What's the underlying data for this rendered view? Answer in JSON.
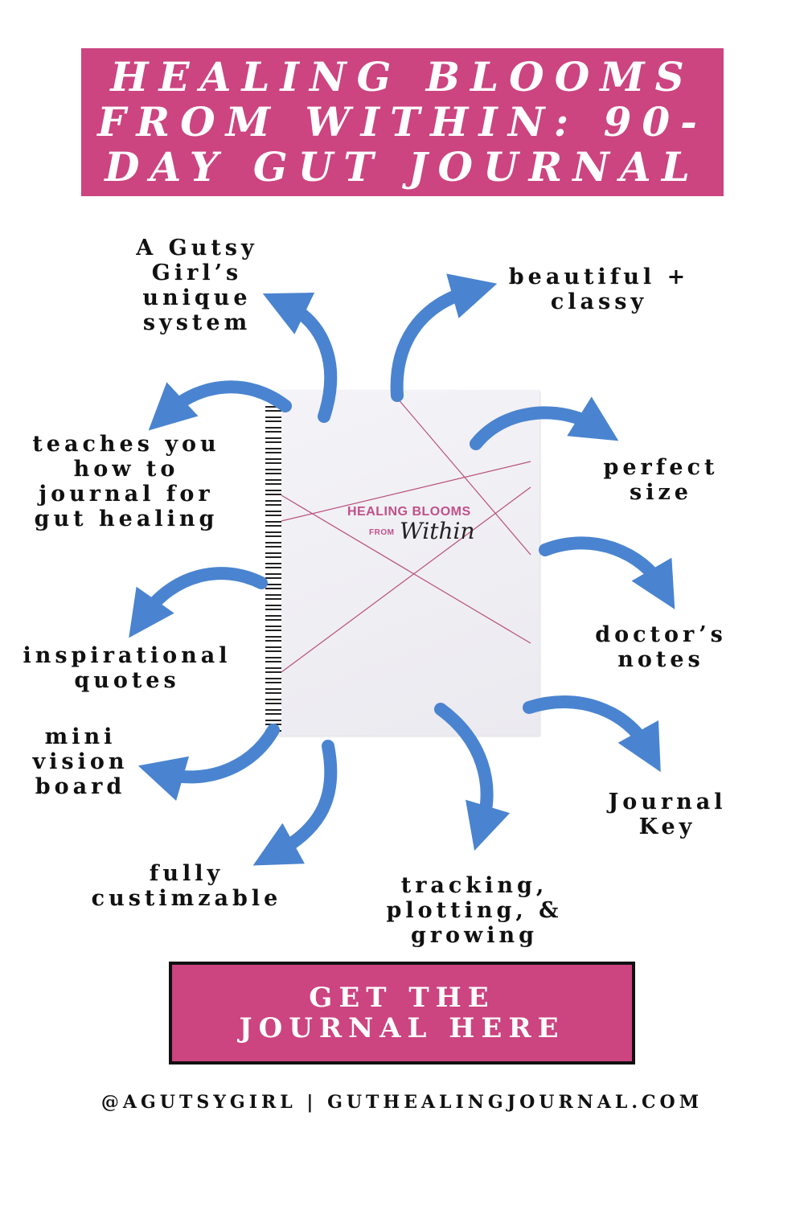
{
  "title": {
    "lines": [
      "HEALING BLOOMS",
      "FROM WITHIN: 90-",
      "DAY GUT JOURNAL"
    ]
  },
  "features": [
    {
      "lines": [
        "A Gutsy",
        "Girl’s",
        "unique",
        "system"
      ]
    },
    {
      "lines": [
        "beautiful +",
        "classy"
      ]
    },
    {
      "lines": [
        "teaches you",
        "how to",
        "journal for",
        "gut healing"
      ]
    },
    {
      "lines": [
        "perfect",
        "size"
      ]
    },
    {
      "lines": [
        "inspirational",
        "quotes"
      ]
    },
    {
      "lines": [
        "doctor’s",
        "notes"
      ]
    },
    {
      "lines": [
        "mini",
        "vision",
        "board"
      ]
    },
    {
      "lines": [
        "Journal",
        "Key"
      ]
    },
    {
      "lines": [
        "fully",
        "custimzable"
      ]
    },
    {
      "lines": [
        "tracking,",
        "plotting, &",
        "growing"
      ]
    }
  ],
  "cover": {
    "title": "HEALING BLOOMS",
    "from": "FROM",
    "within": "Within"
  },
  "cta": {
    "lines": [
      "GET THE",
      "JOURNAL HERE"
    ]
  },
  "footer": "@AGUTSYGIRL | GUTHEALINGJOURNAL.COM",
  "colors": {
    "brand_pink": "#cc4480",
    "arrow_blue": "#4a84d0"
  }
}
